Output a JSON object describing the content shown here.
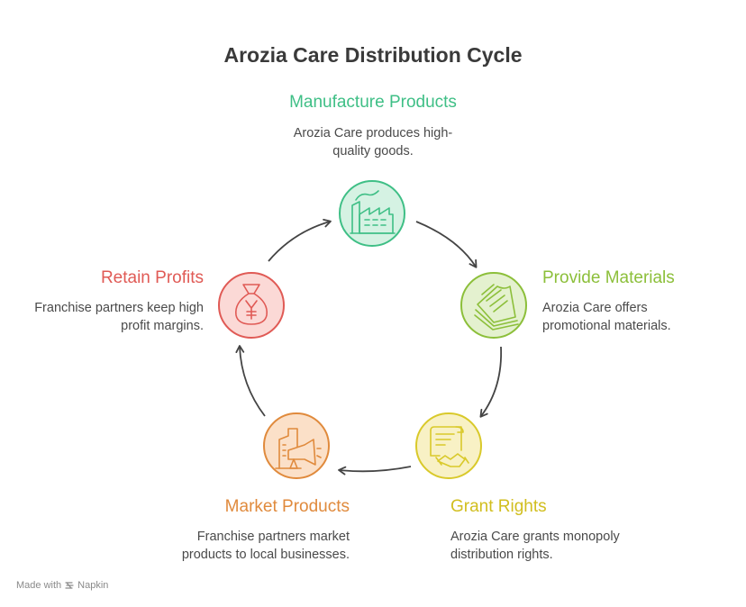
{
  "title": "Arozia Care Distribution Cycle",
  "stages": [
    {
      "key": "manufacture",
      "title": "Manufacture Products",
      "description": "Arozia Care produces high-quality goods.",
      "color": "#3fbf86",
      "fill": "#d5f2e3",
      "icon": "factory-icon"
    },
    {
      "key": "materials",
      "title": "Provide Materials",
      "description": "Arozia Care offers promotional materials.",
      "color": "#8cbf3a",
      "fill": "#e4f1cf",
      "icon": "money-stack-icon"
    },
    {
      "key": "rights",
      "title": "Grant Rights",
      "description": "Arozia Care grants monopoly distribution rights.",
      "color": "#d9c92a",
      "fill": "#f8f1c5",
      "icon": "contract-handshake-icon"
    },
    {
      "key": "market",
      "title": "Market Products",
      "description": "Franchise partners market products to local businesses.",
      "color": "#e08a3c",
      "fill": "#fbe0c8",
      "icon": "megaphone-icon"
    },
    {
      "key": "profits",
      "title": "Retain Profits",
      "description": "Franchise partners keep high profit margins.",
      "color": "#e05a55",
      "fill": "#fbd9d6",
      "icon": "money-bag-icon"
    }
  ],
  "footer": {
    "made_with": "Made with",
    "brand": "Napkin"
  }
}
